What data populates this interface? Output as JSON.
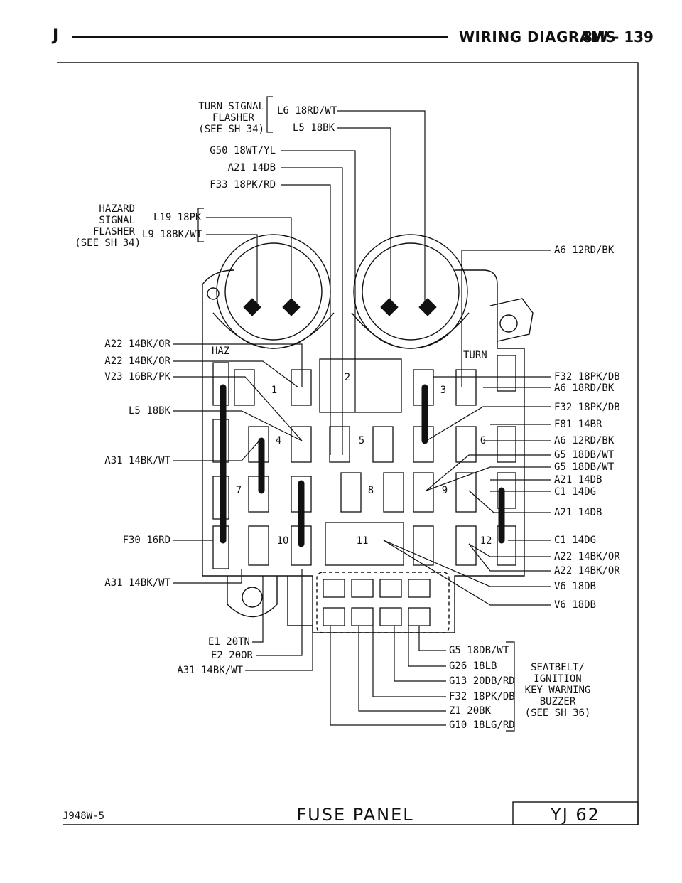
{
  "header": {
    "letter": "J",
    "title": "WIRING DIAGRAMS",
    "page": "8W - 139"
  },
  "turn_flasher": {
    "line1": "TURN SIGNAL",
    "line2": "FLASHER",
    "line3": "(SEE SH 34)",
    "wire1": "L6 18RD/WT",
    "wire2": "L5 18BK"
  },
  "top_wires": [
    "G50 18WT/YL",
    "A21 14DB",
    "F33 18PK/RD"
  ],
  "hazard_flasher": {
    "line1": "HAZARD",
    "line2": "SIGNAL",
    "line3": "FLASHER",
    "line4": "(SEE SH 34)",
    "wire1": "L19 18PK",
    "wire2": "L9 18BK/WT"
  },
  "left_wires": [
    "A22 14BK/OR",
    "A22 14BK/OR",
    "V23 16BR/PK",
    "L5 18BK",
    "A31 14BK/WT",
    "F30 16RD",
    "A31 14BK/WT"
  ],
  "right_wires": [
    "A6 12RD/BK",
    "F32 18PK/DB",
    "A6 18RD/BK",
    "F32 18PK/DB",
    "F81 14BR",
    "A6 12RD/BK",
    "G5 18DB/WT",
    "G5 18DB/WT",
    "A21 14DB",
    "C1 14DG",
    "A21 14DB",
    "C1 14DG",
    "A22 14BK/OR",
    "A22 14BK/OR",
    "V6 18DB",
    "V6 18DB"
  ],
  "bottom_left_wires": [
    "E1 20TN",
    "E2 20OR",
    "A31 14BK/WT"
  ],
  "bottom_right_wires": [
    "G5 18DB/WT",
    "G26 18LB",
    "G13 20DB/RD",
    "F32 18PK/DB",
    "Z1 20BK",
    "G10 18LG/RD"
  ],
  "buzzer": {
    "line1": "SEATBELT/",
    "line2": "IGNITION",
    "line3": "KEY WARNING",
    "line4": "BUZZER",
    "line5": "(SEE SH 36)"
  },
  "panel_labels": {
    "haz": "HAZ",
    "turn": "TURN"
  },
  "fuse_numbers": [
    "1",
    "2",
    "3",
    "4",
    "5",
    "6",
    "7",
    "8",
    "9",
    "10",
    "11",
    "12"
  ],
  "footer": {
    "code": "J948W-5",
    "caption": "FUSE PANEL",
    "ref": "YJ 62"
  }
}
